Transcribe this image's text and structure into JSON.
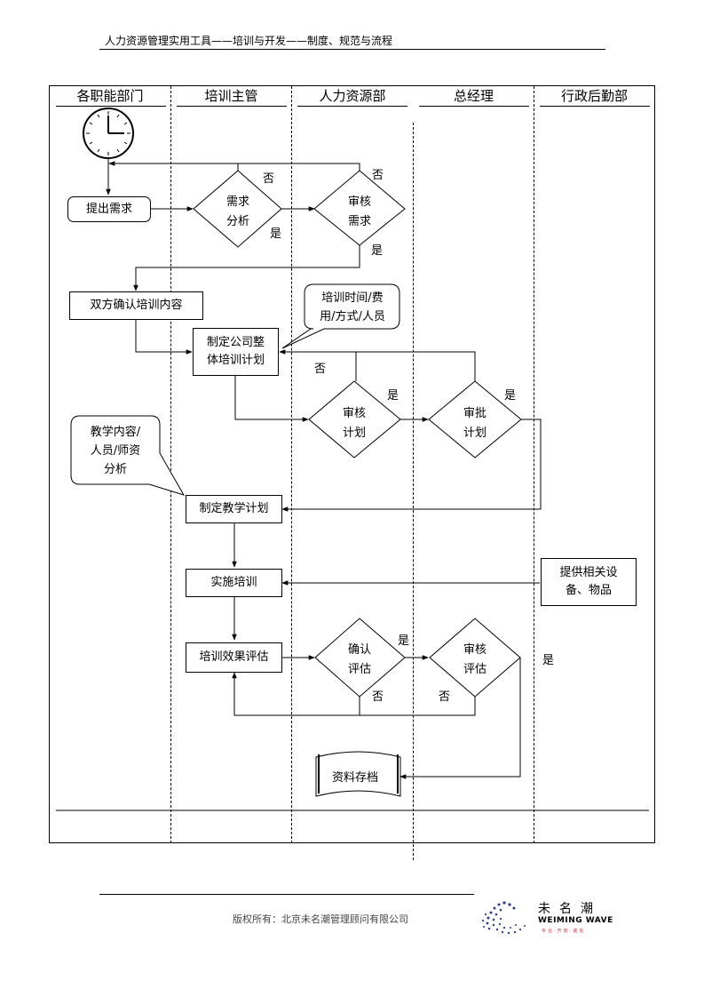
{
  "header": {
    "title": "人力资源管理实用工具——培训与开发——制度、规范与流程"
  },
  "lanes": [
    "各职能部门",
    "培训主管",
    "人力资源部",
    "总经理",
    "行政后勤部"
  ],
  "nodes": {
    "submit": "提出需求",
    "need_analysis": [
      "需求",
      "分析"
    ],
    "review_need": [
      "审核",
      "需求"
    ],
    "confirm_content": "双方确认培训内容",
    "callout_plan": [
      "培训时间/费",
      "用/方式/人员"
    ],
    "company_plan": [
      "制定公司整",
      "体培训计划"
    ],
    "review_plan": [
      "审核",
      "计划"
    ],
    "approve_plan": [
      "审批",
      "计划"
    ],
    "callout_teach": [
      "教学内容/",
      "人员/师资",
      "分析"
    ],
    "teach_plan": "制定教学计划",
    "implement": "实施培训",
    "provide": [
      "提供相关设",
      "备、物品"
    ],
    "evaluate": "培训效果评估",
    "confirm_eval": [
      "确认",
      "评估"
    ],
    "review_eval": [
      "审核",
      "评估"
    ],
    "archive": "资料存档"
  },
  "labels": {
    "yes": "是",
    "no": "否"
  },
  "footer": {
    "copyright": "版权所有：北京未名潮管理顾问有限公司",
    "logo_cn": "未名潮",
    "logo_en": "WEIMING WAVE",
    "logo_tag": "专业·开放·诚信"
  }
}
